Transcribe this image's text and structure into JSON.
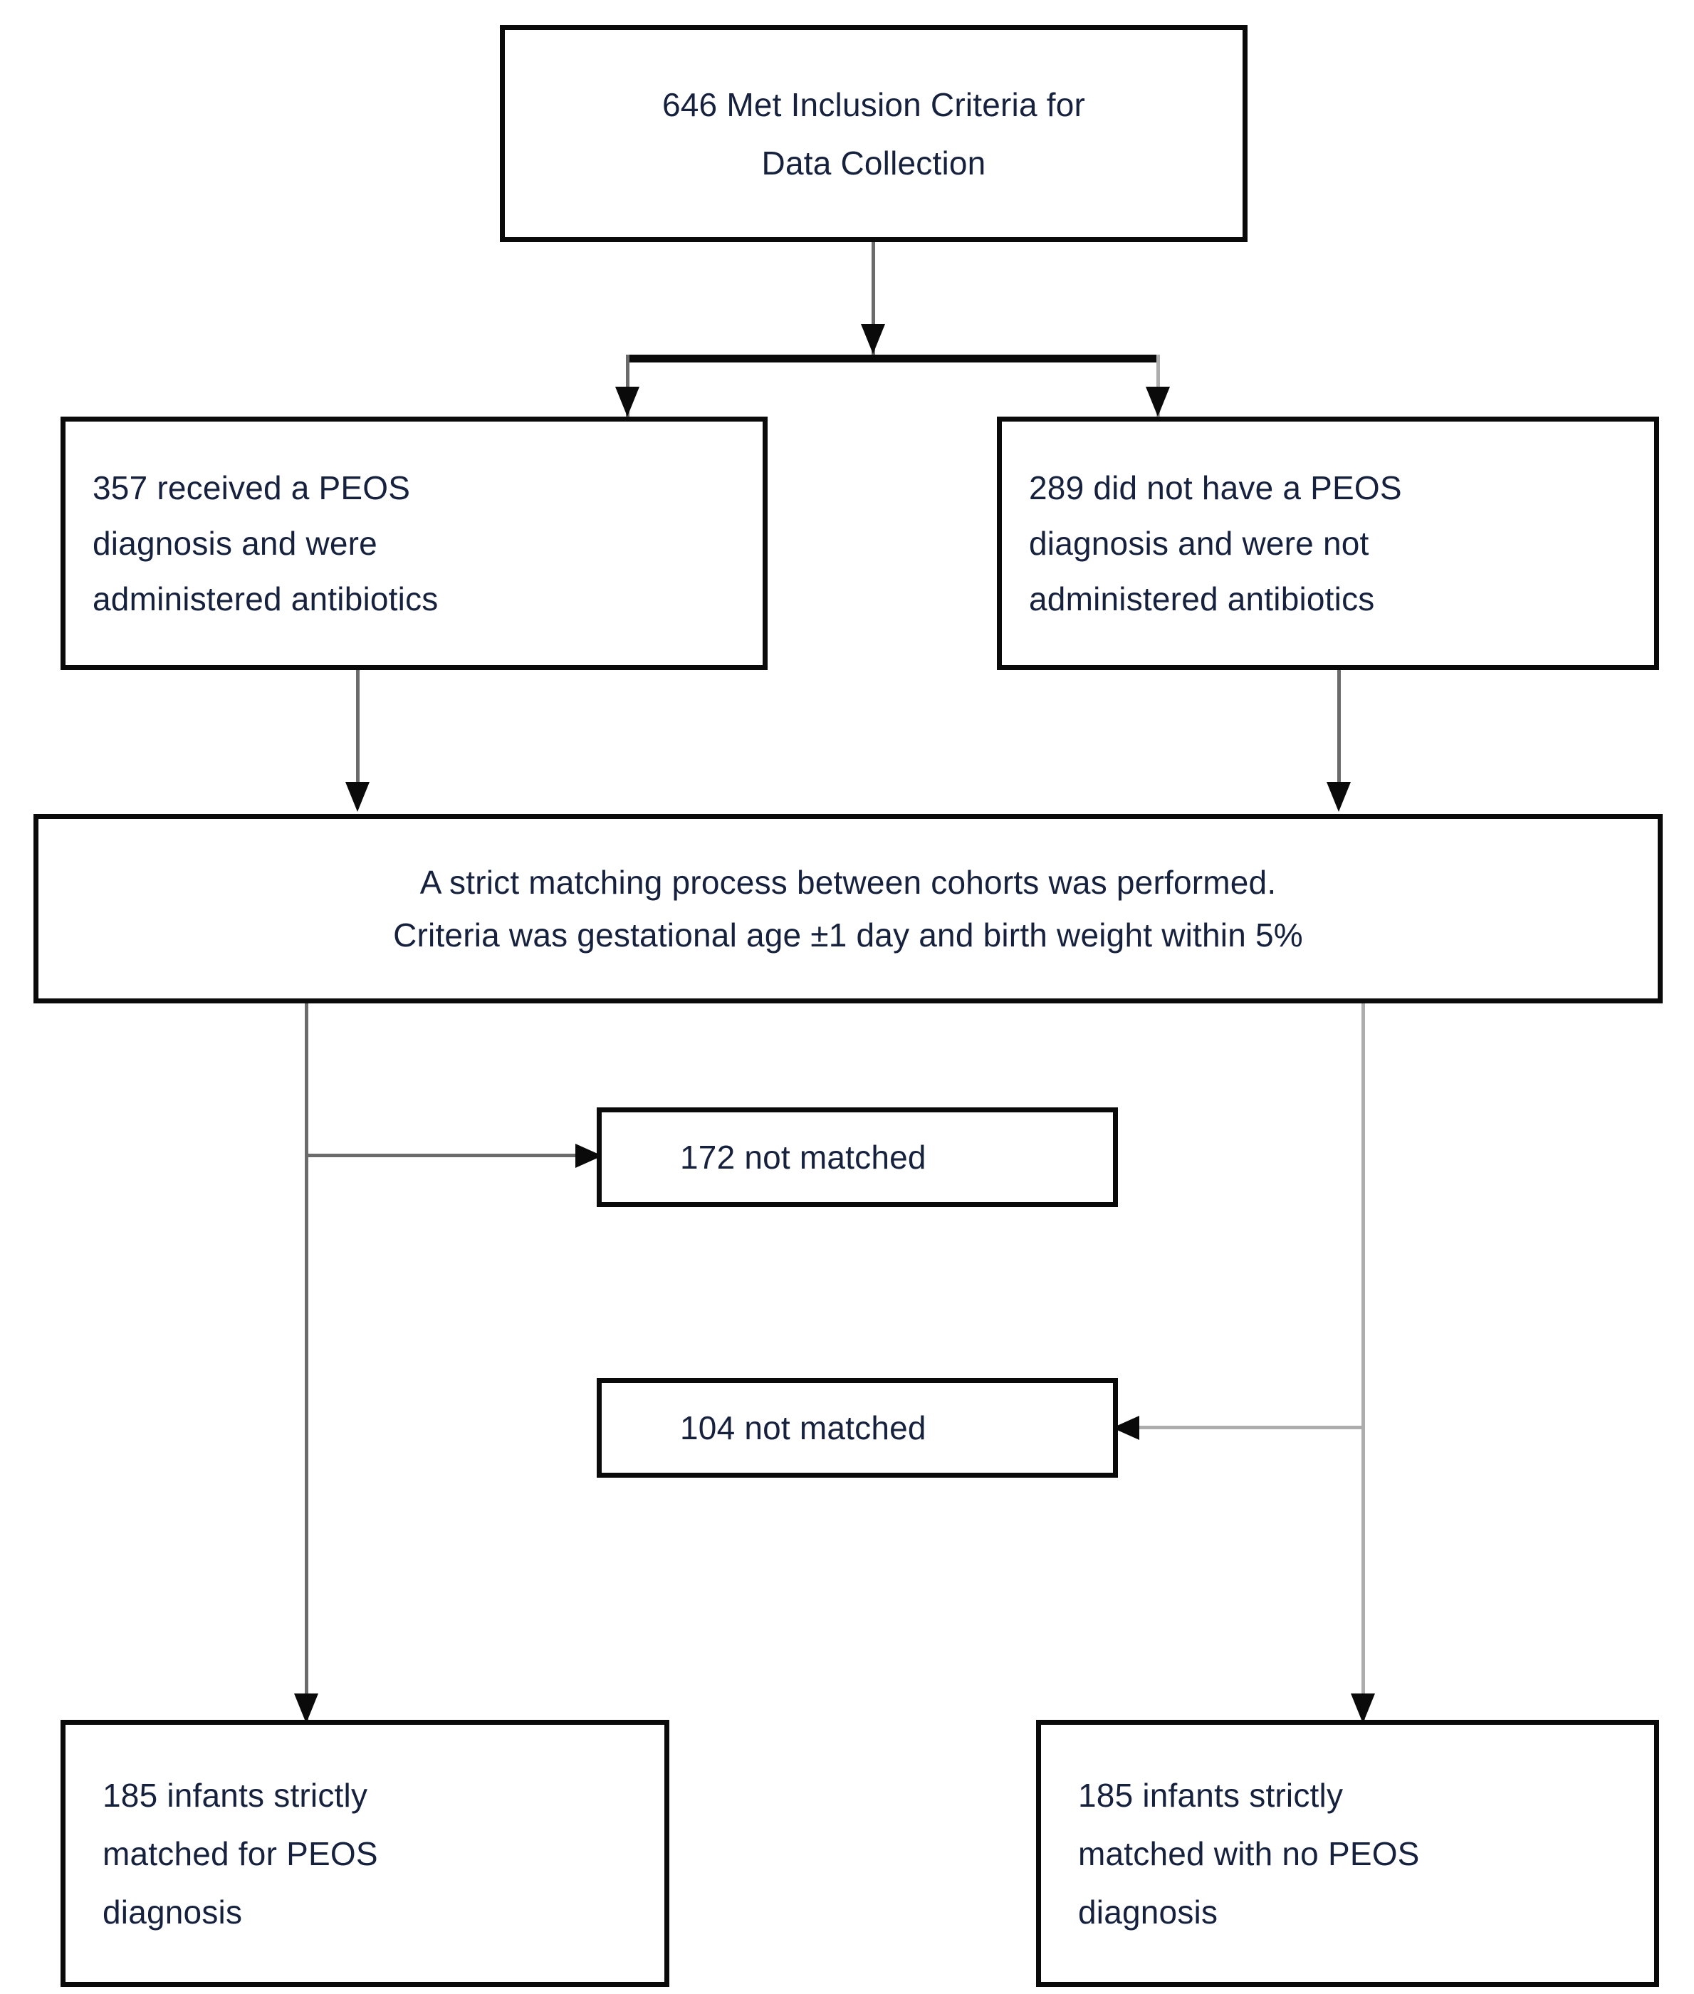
{
  "diagram": {
    "type": "flowchart",
    "title": "PEOS cohort selection and strict matching flow",
    "colors": {
      "box_border": "#0a0a0a",
      "box_fill": "#ffffff",
      "text": "#16213e",
      "connector": "#6b6b6b",
      "connector_dark": "#0a0a0a",
      "connector_light": "#adadad"
    },
    "nodes": [
      {
        "id": "top",
        "name": "inclusion-criteria-node",
        "count": 646,
        "lines": [
          "646 Met Inclusion Criteria for",
          "Data Collection"
        ],
        "align": "center"
      },
      {
        "id": "peos",
        "name": "peos-diagnosis-node",
        "count": 357,
        "lines": [
          "357 received a PEOS",
          "diagnosis and were",
          "administered antibiotics"
        ],
        "align": "left"
      },
      {
        "id": "nopeos",
        "name": "no-peos-diagnosis-node",
        "count": 289,
        "lines": [
          "289 did not have a PEOS",
          "diagnosis and were not",
          "administered antibiotics"
        ],
        "align": "left"
      },
      {
        "id": "matching",
        "name": "matching-process-node",
        "lines": [
          "A strict matching process between cohorts was performed.",
          "Criteria was gestational age ±1 day and birth weight within 5%"
        ],
        "align": "center"
      },
      {
        "id": "nm172",
        "name": "not-matched-172-node",
        "count": 172,
        "lines": [
          "172 not matched"
        ],
        "align": "left"
      },
      {
        "id": "nm104",
        "name": "not-matched-104-node",
        "count": 104,
        "lines": [
          "104 not matched"
        ],
        "align": "left"
      },
      {
        "id": "final_peos",
        "name": "matched-peos-node",
        "count": 185,
        "lines": [
          "185 infants strictly",
          "matched for PEOS",
          "diagnosis"
        ],
        "align": "left"
      },
      {
        "id": "final_nopeos",
        "name": "matched-no-peos-node",
        "count": 185,
        "lines": [
          "185 infants strictly",
          "matched with no PEOS",
          "diagnosis"
        ],
        "align": "left"
      }
    ],
    "edges": [
      {
        "from": "top",
        "to": "split",
        "arrow": "down"
      },
      {
        "from": "split",
        "to": "peos",
        "arrow": "down"
      },
      {
        "from": "split",
        "to": "nopeos",
        "arrow": "down"
      },
      {
        "from": "peos",
        "to": "matching",
        "arrow": "down"
      },
      {
        "from": "nopeos",
        "to": "matching",
        "arrow": "down"
      },
      {
        "from": "matching",
        "to": "nm172",
        "arrow": "right"
      },
      {
        "from": "matching",
        "to": "nm104",
        "arrow": "left"
      },
      {
        "from": "matching",
        "to": "final_peos",
        "arrow": "down"
      },
      {
        "from": "matching",
        "to": "final_nopeos",
        "arrow": "down"
      }
    ]
  }
}
